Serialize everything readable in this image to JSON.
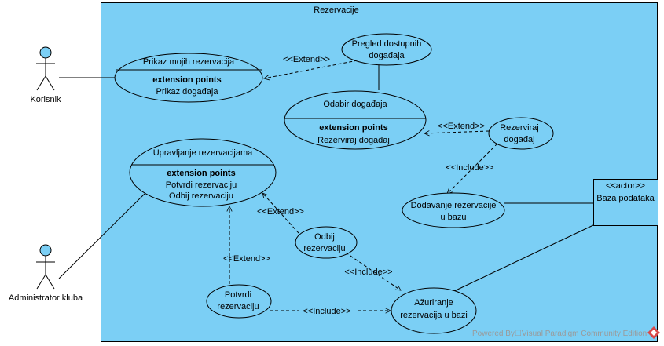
{
  "system": {
    "title": "Rezervacije"
  },
  "actors": {
    "korisnik": "Korisnik",
    "administrator": "Administrator kluba",
    "database_stereotype": "<<actor>>",
    "database_name": "Baza podataka"
  },
  "use_cases": {
    "prikaz_mojih": {
      "name": "Prikaz mojih rezervacija",
      "ep_heading": "extension points",
      "ep": [
        "Prikaz događaja"
      ]
    },
    "pregled_dostupnih": {
      "name_lines": [
        "Pregled dostupnih",
        "događaja"
      ]
    },
    "odabir_dogadjaja": {
      "name": "Odabir događaja",
      "ep_heading": "extension points",
      "ep": [
        "Rezerviraj događaj"
      ]
    },
    "rezerviraj_dogadjaj": {
      "name_lines": [
        "Rezerviraj",
        "događaj"
      ]
    },
    "upravljanje": {
      "name": "Upravljanje rezervacijama",
      "ep_heading": "extension points",
      "ep": [
        "Potvrdi rezervaciju",
        "Odbij rezervaciju"
      ]
    },
    "dodavanje": {
      "name_lines": [
        "Dodavanje rezervacije",
        "u bazu"
      ]
    },
    "odbij": {
      "name_lines": [
        "Odbij",
        "rezervaciju"
      ]
    },
    "potvrdi": {
      "name_lines": [
        "Potvrdi",
        "rezervaciju"
      ]
    },
    "azuriranje": {
      "name_lines": [
        "Ažuriranje",
        "rezervacija u bazi"
      ]
    }
  },
  "relations": {
    "extend_pregled": "<<Extend>>",
    "extend_rezerviraj": "<<Extend>>",
    "include_rezerviraj": "<<Include>>",
    "extend_odbij": "<<Extend>>",
    "extend_potvrdi": "<<Extend>>",
    "include_odbij": "<<Include>>",
    "include_potvrdi": "<<Include>>"
  },
  "watermark": {
    "text": "Powered By☐Visual Paradigm Community Edition"
  },
  "colors": {
    "fill": "#7bcff5",
    "stroke": "#000000",
    "background": "#ffffff"
  }
}
